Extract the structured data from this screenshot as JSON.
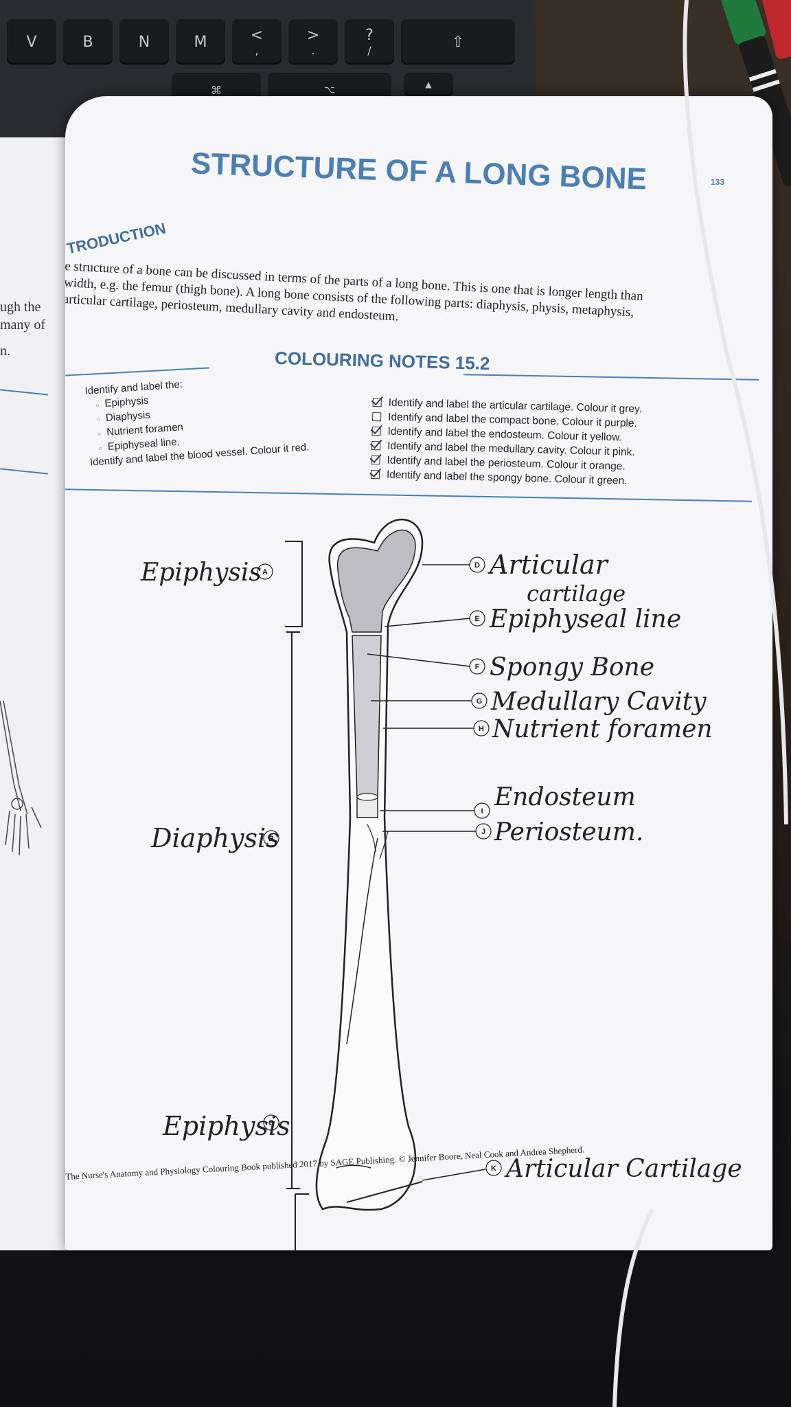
{
  "keyboard": {
    "keys": [
      "V",
      "B",
      "N",
      "M",
      "<",
      ">",
      "?"
    ],
    "sub_keys": [
      ",",
      ".",
      "/"
    ]
  },
  "left_page": {
    "fragments": [
      "ugh the",
      "many of",
      "n."
    ]
  },
  "page": {
    "title": "STRUCTURE OF A LONG BONE",
    "page_number": "133",
    "intro_heading": "TRODUCTION",
    "intro_text": "e structure of a bone can be discussed in terms of the parts of a long bone. This is one that is longer length than width, e.g. the femur (thigh bone). A long bone consists of the following parts: diaphysis, physis, metaphysis, articular cartilage, periosteum, medullary cavity and endosteum.",
    "notes_heading": "COLOURING NOTES 15.2",
    "notes_left": {
      "intro": "Identify and label the:",
      "items": [
        "Epiphysis",
        "Diaphysis",
        "Nutrient foramen",
        "Epiphyseal line."
      ],
      "last": "Identify and label the blood vessel. Colour it red."
    },
    "notes_right": [
      {
        "text": "Identify and label the articular cartilage. Colour it grey.",
        "checked": true
      },
      {
        "text": "Identify and label the compact bone. Colour it purple.",
        "checked": false
      },
      {
        "text": "Identify and label the endosteum. Colour it yellow.",
        "checked": true
      },
      {
        "text": "Identify and label the medullary cavity. Colour it pink.",
        "checked": true
      },
      {
        "text": "Identify and label the periosteum. Colour it orange.",
        "checked": true
      },
      {
        "text": "Identify and label the spongy bone. Colour it green.",
        "checked": true
      }
    ],
    "diagram_labels": {
      "left": [
        {
          "letter": "A",
          "text": "Epiphysis"
        },
        {
          "letter": "B",
          "text": "Diaphysis"
        },
        {
          "letter": "C",
          "text": "Epiphysis"
        }
      ],
      "right": [
        {
          "letter": "D",
          "text": "Articular",
          "text2": "cartilage"
        },
        {
          "letter": "E",
          "text": "Epiphyseal line"
        },
        {
          "letter": "F",
          "text": "Spongy Bone"
        },
        {
          "letter": "G",
          "text": "Medullary Cavity"
        },
        {
          "letter": "H",
          "text": "Nutrient foramen"
        },
        {
          "letter": "I",
          "text": "Endosteum"
        },
        {
          "letter": "J",
          "text": "Periosteum."
        },
        {
          "letter": "K",
          "text": "Articular Cartilage"
        }
      ]
    },
    "footer": "The Nurse's Anatomy and Physiology Colouring Book published 2017 by SAGE Publishing. © Jennifer Boore, Neal Cook and Andrea Shepherd."
  },
  "colors": {
    "accent_blue": "#4a7fb5",
    "page": "#f6f6f8",
    "ink": "#222222"
  }
}
